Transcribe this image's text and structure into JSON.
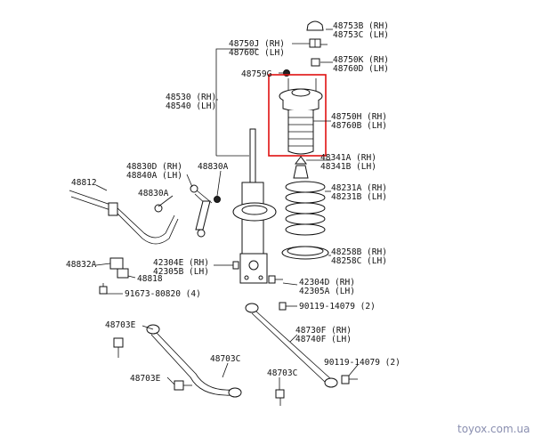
{
  "labels": {
    "p48753": [
      "48753B (RH)",
      "48753C (LH)"
    ],
    "p48750": [
      "48750J (RH)",
      "48760C (LH)"
    ],
    "p48750k": [
      "48750K (RH)",
      "48760D (LH)"
    ],
    "p48759": [
      "48759G"
    ],
    "p48530": [
      "48530 (RH)",
      "48540 (LH)"
    ],
    "p48750h": [
      "48750H (RH)",
      "48760B (LH)"
    ],
    "p48341": [
      "48341A (RH)",
      "48341B (LH)"
    ],
    "p48830d": [
      "48830D (RH)",
      "48840A (LH)"
    ],
    "p48830a1": [
      "48830A"
    ],
    "p48812": [
      "48812"
    ],
    "p48830a2": [
      "48830A"
    ],
    "p48231": [
      "48231A (RH)",
      "48231B (LH)"
    ],
    "p48258": [
      "48258B (RH)",
      "48258C (LH)"
    ],
    "p48832": [
      "48832A"
    ],
    "p48818": [
      "48818"
    ],
    "p42304e": [
      "42304E (RH)",
      "42305B (LH)"
    ],
    "p42304d": [
      "42304D (RH)",
      "42305A (LH)"
    ],
    "p91673": [
      "91673-80820 (4)"
    ],
    "p90119a": [
      "90119-14079 (2)"
    ],
    "p48703e1": [
      "48703E"
    ],
    "p48730": [
      "48730F (RH)",
      "48740F (LH)"
    ],
    "p48703e2": [
      "48703E"
    ],
    "p48703c1": [
      "48703C"
    ],
    "p90119b": [
      "90119-14079 (2)"
    ],
    "p48703c2": [
      "48703C"
    ]
  },
  "watermark": "toyox.com.ua",
  "highlight_color": "#e01010"
}
